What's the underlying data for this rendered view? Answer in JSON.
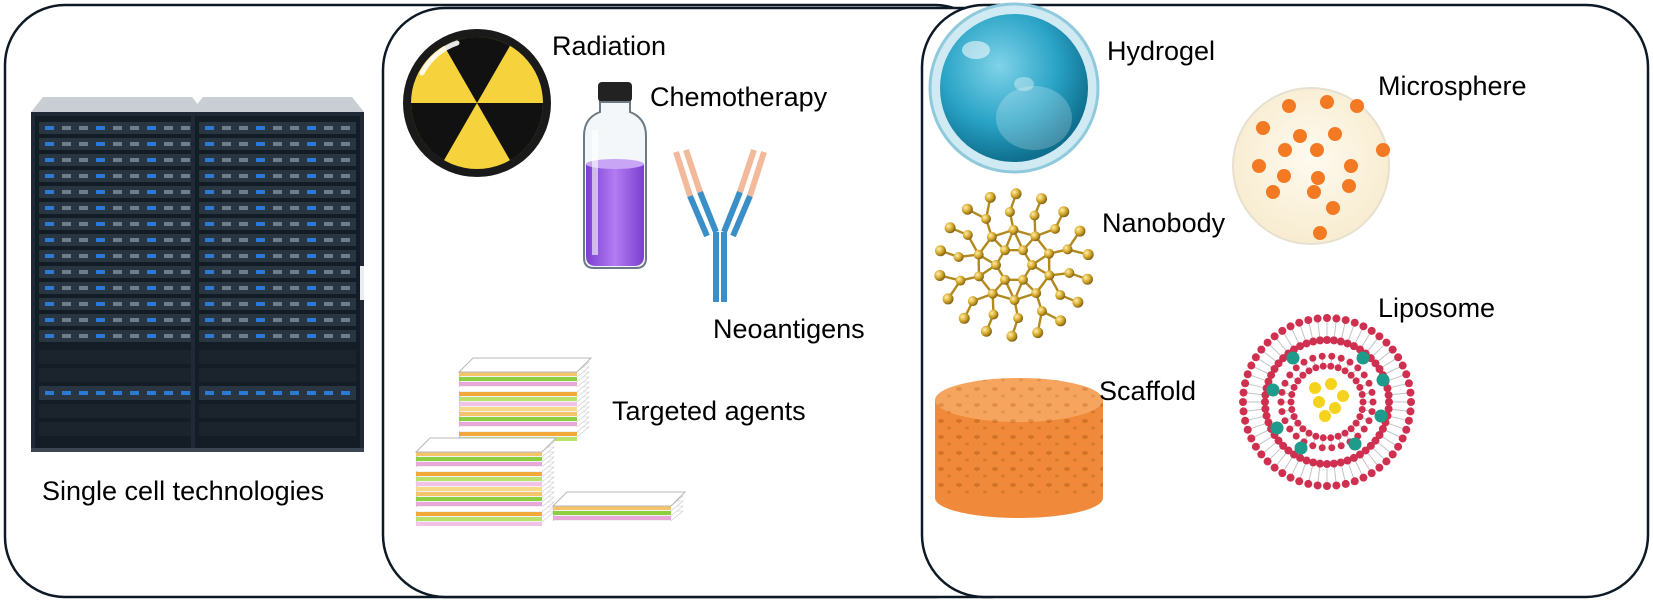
{
  "panels": {
    "left": {
      "label": "Single cell technologies"
    },
    "middle": {
      "labels": {
        "radiation": "Radiation",
        "chemotherapy": "Chemotherapy",
        "neoantigens": "Neoantigens",
        "targeted_agents": "Targeted agents"
      }
    },
    "right": {
      "labels": {
        "hydrogel": "Hydrogel",
        "microsphere": "Microsphere",
        "nanobody": "Nanobody",
        "liposome": "Liposome",
        "scaffold": "Scaffold"
      }
    }
  },
  "colors": {
    "panel_border": "#0d1a26",
    "server_body": "#1f2a36",
    "server_led": "#2b7bd6",
    "radiation_yellow": "#f6d33c",
    "chemo_liquid": "#9b5de5",
    "antibody_blue": "#3a8fc7",
    "antibody_peach": "#f2b99a",
    "hydrogel": "#2aa3c6",
    "microsphere_bg": "#fdf3dc",
    "microsphere_dot": "#f37a22",
    "nanobody_gold": "#c9a227",
    "scaffold": "#f08a3a",
    "liposome_red": "#d0304f",
    "liposome_teal": "#1e9b8a",
    "liposome_yellow": "#f5d21b"
  },
  "icons": [
    "server-rack-icon",
    "radiation-icon",
    "vial-icon",
    "antibody-icon",
    "document-stack-icon",
    "hydrogel-icon",
    "microsphere-icon",
    "fullerene-icon",
    "scaffold-icon",
    "liposome-icon"
  ]
}
